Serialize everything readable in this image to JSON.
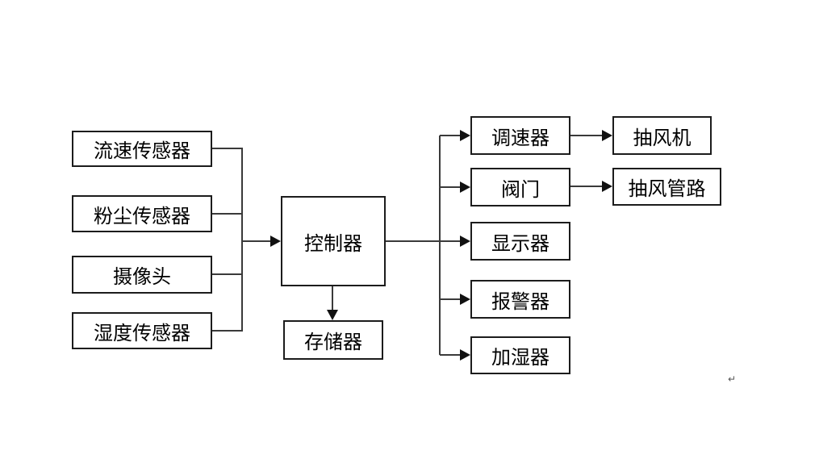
{
  "diagram": {
    "sensors": [
      {
        "label": "流速传感器"
      },
      {
        "label": "粉尘传感器"
      },
      {
        "label": "摄像头"
      },
      {
        "label": "湿度传感器"
      }
    ],
    "controller": {
      "label": "控制器"
    },
    "storage": {
      "label": "存储器"
    },
    "actuators": [
      {
        "label": "调速器"
      },
      {
        "label": "阀门"
      },
      {
        "label": "显示器"
      },
      {
        "label": "报警器"
      },
      {
        "label": "加湿器"
      }
    ],
    "equipment": [
      {
        "label": "抽风机"
      },
      {
        "label": "抽风管路"
      }
    ],
    "paragraph_mark": "↵",
    "colors": {
      "line": "#3a3a3a",
      "box_border": "#1c1c1c",
      "background": "#ffffff",
      "text": "#000000"
    }
  }
}
